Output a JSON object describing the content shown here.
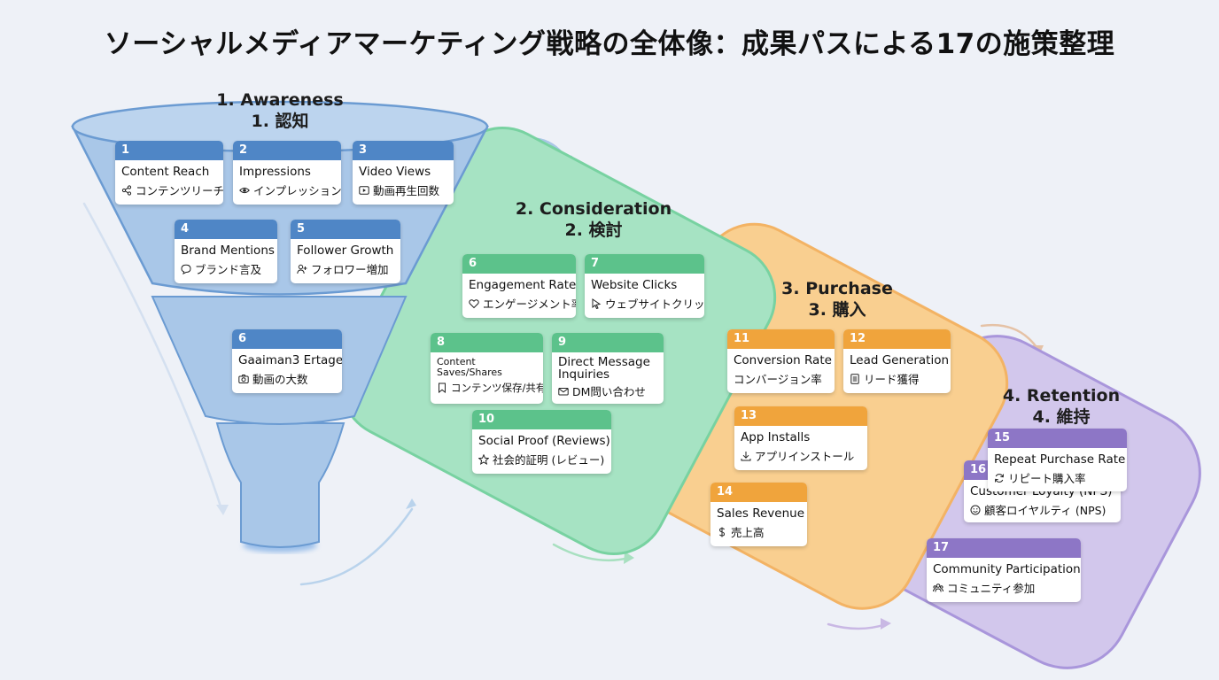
{
  "title": "ソーシャルメディアマーケティング戦略の全体像：成果パスによる17の施策整理",
  "colors": {
    "awareness": "#4f86c6",
    "consideration": "#5cc28b",
    "purchase": "#f0a43c",
    "retention": "#8d76c6"
  },
  "stages": {
    "awareness": {
      "en": "1. Awareness",
      "ja": "1. 認知"
    },
    "consideration": {
      "en": "2. Consideration",
      "ja": "2. 検討"
    },
    "purchase": {
      "en": "3. Purchase",
      "ja": "3. 購入"
    },
    "retention": {
      "en": "4. Retention",
      "ja": "4. 維持"
    }
  },
  "cards": [
    {
      "num": "1",
      "en": "Content Reach",
      "ja": "コンテンツリーチ",
      "icon": "share-icon"
    },
    {
      "num": "2",
      "en": "Impressions",
      "ja": "インプレッション",
      "icon": "eye-icon"
    },
    {
      "num": "3",
      "en": "Video Views",
      "ja": "動画再生回数",
      "icon": "play-icon"
    },
    {
      "num": "4",
      "en": "Brand Mentions",
      "ja": "ブランド言及",
      "icon": "speech-bubble-icon"
    },
    {
      "num": "5",
      "en": "Follower Growth",
      "ja": "フォロワー増加",
      "icon": "add-user-icon"
    },
    {
      "num": "6",
      "en": "Gaaiman3 Ertage",
      "ja": "動画の大数",
      "icon": "camera-icon"
    },
    {
      "num": "6",
      "en": "Engagement Rate",
      "ja": "エンゲージメント率",
      "icon": "heart-icon"
    },
    {
      "num": "7",
      "en": "Website Clicks",
      "ja": "ウェブサイトクリック",
      "icon": "cursor-icon"
    },
    {
      "num": "8",
      "en": "Content Saves/Shares",
      "ja": "コンテンツ保存/共有",
      "icon": "bookmark-icon"
    },
    {
      "num": "9",
      "en": "Direct Message Inquiries",
      "ja": "DM問い合わせ",
      "icon": "envelope-icon"
    },
    {
      "num": "10",
      "en": "Social Proof (Reviews)",
      "ja": "社会的証明 (レビュー)",
      "icon": "star-icon"
    },
    {
      "num": "11",
      "en": "Conversion Rate",
      "ja": "コンバージョン率",
      "icon": ""
    },
    {
      "num": "12",
      "en": "Lead Generation",
      "ja": "リード獲得",
      "icon": "document-icon"
    },
    {
      "num": "13",
      "en": "App Installs",
      "ja": "アプリインストール",
      "icon": "download-icon"
    },
    {
      "num": "14",
      "en": "Sales Revenue",
      "ja": "売上高",
      "icon": "dollar-icon"
    },
    {
      "num": "15",
      "en": "Repeat Purchase Rate",
      "ja": "リピート購入率",
      "icon": "refresh-icon"
    },
    {
      "num": "16",
      "en": "Customer Loyalty (NPS)",
      "ja": "顧客ロイヤルティ (NPS)",
      "icon": "smile-icon"
    },
    {
      "num": "17",
      "en": "Community Participation",
      "ja": "コミュニティ参加",
      "icon": "group-icon"
    }
  ]
}
